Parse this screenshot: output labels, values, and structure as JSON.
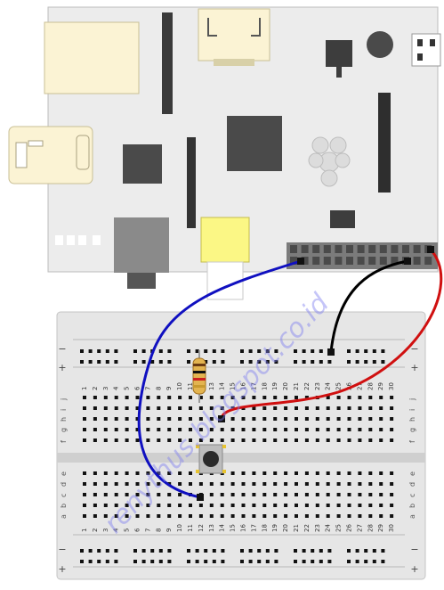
{
  "breadboard": {
    "columns": [
      "1",
      "2",
      "3",
      "4",
      "5",
      "6",
      "7",
      "8",
      "9",
      "10",
      "11",
      "12",
      "13",
      "14",
      "15",
      "16",
      "17",
      "18",
      "19",
      "20",
      "21",
      "22",
      "23",
      "24",
      "25",
      "26",
      "27",
      "28",
      "29",
      "30"
    ],
    "rows_top": [
      "j",
      "i",
      "h",
      "g",
      "f"
    ],
    "rows_bottom": [
      "e",
      "d",
      "c",
      "b",
      "a"
    ],
    "rail_signs": {
      "plus": "+",
      "minus": "−"
    }
  },
  "watermark": {
    "text": "renythus.blogspot.co.id"
  },
  "wires": [
    {
      "name": "blue-wire",
      "color": "#1010c0"
    },
    {
      "name": "black-wire",
      "color": "#000000"
    },
    {
      "name": "red-wire",
      "color": "#d01010"
    }
  ],
  "components": {
    "resistor_bands": [
      "#6b3b12",
      "#111111",
      "#cc2020",
      "#c89a30"
    ],
    "button_cap": "#2b2b2b",
    "board_color": "#e6e6e6",
    "pcb_outline": "#cfcfcf"
  }
}
